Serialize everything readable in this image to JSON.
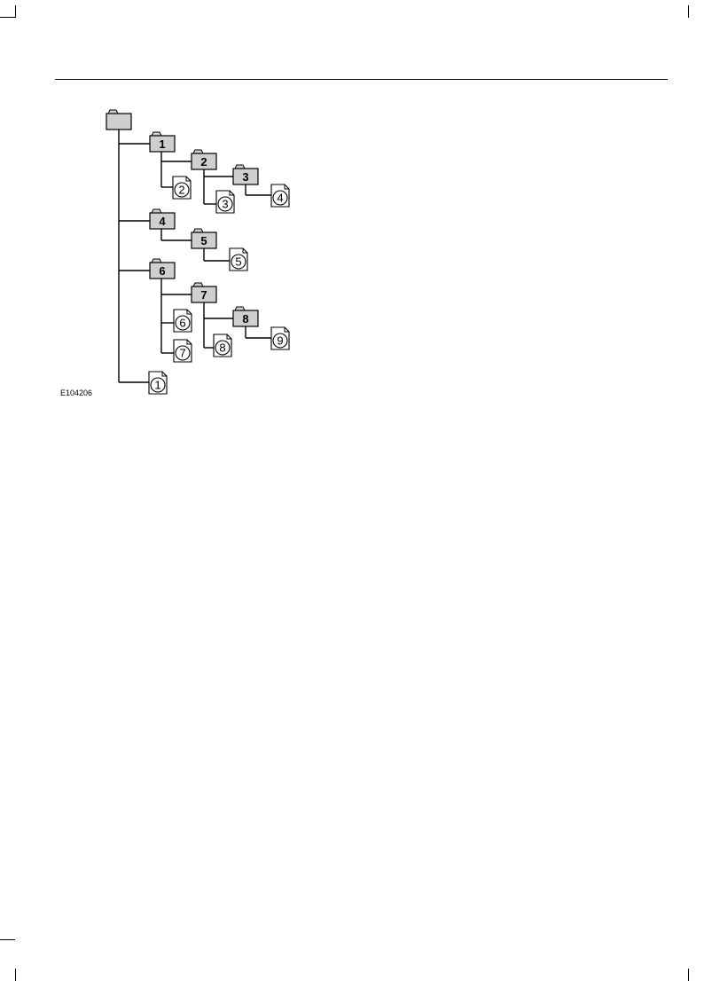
{
  "figure": {
    "id_label": "E104206",
    "folders": [
      {
        "key": "root",
        "label": ""
      },
      {
        "key": "f1",
        "label": "1"
      },
      {
        "key": "f2",
        "label": "2"
      },
      {
        "key": "f3",
        "label": "3"
      },
      {
        "key": "f4",
        "label": "4"
      },
      {
        "key": "f5",
        "label": "5"
      },
      {
        "key": "f6",
        "label": "6"
      },
      {
        "key": "f7",
        "label": "7"
      },
      {
        "key": "f8",
        "label": "8"
      }
    ],
    "tracks": [
      {
        "key": "t1",
        "label": "1"
      },
      {
        "key": "t2",
        "label": "2"
      },
      {
        "key": "t3",
        "label": "3"
      },
      {
        "key": "t4",
        "label": "4"
      },
      {
        "key": "t5",
        "label": "5"
      },
      {
        "key": "t6",
        "label": "6"
      },
      {
        "key": "t7",
        "label": "7"
      },
      {
        "key": "t8",
        "label": "8"
      },
      {
        "key": "t9",
        "label": "9"
      }
    ]
  },
  "colors": {
    "folder_fill": "#cfcfcf",
    "line": "#000000",
    "paper": "#ffffff"
  }
}
